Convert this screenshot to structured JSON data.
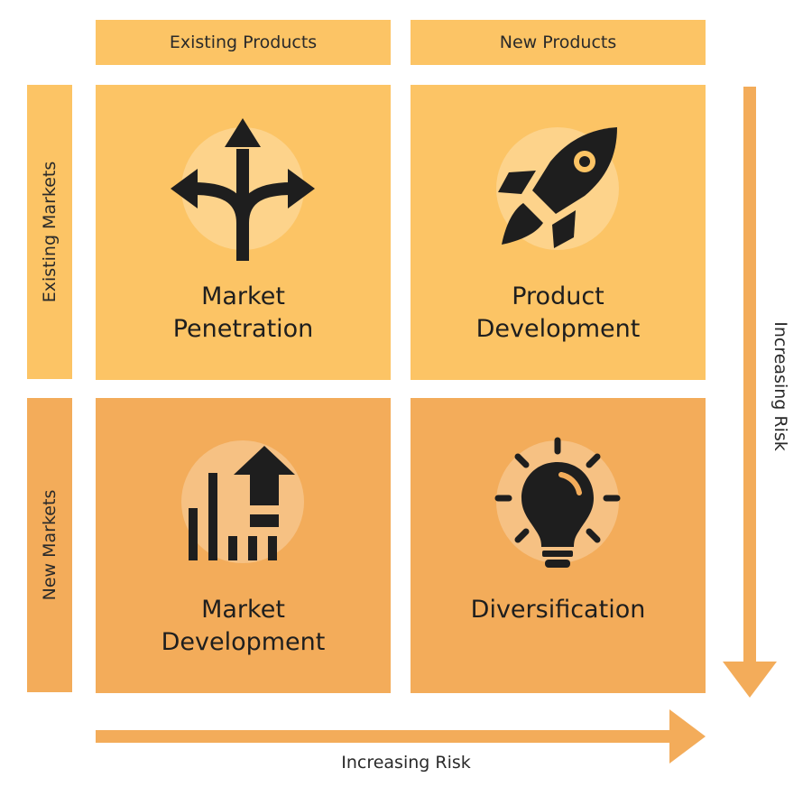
{
  "columns": {
    "existing": "Existing Products",
    "new": "New Products"
  },
  "rows": {
    "existing": "Existing Markets",
    "new": "New Markets"
  },
  "quadrants": {
    "market_penetration": {
      "line1": "Market",
      "line2": "Penetration",
      "icon": "split-arrows-icon"
    },
    "product_development": {
      "line1": "Product",
      "line2": "Development",
      "icon": "rocket-icon"
    },
    "market_development": {
      "line1": "Market",
      "line2": "Development",
      "icon": "growth-chart-icon"
    },
    "diversification": {
      "line1": "Diversification",
      "icon": "lightbulb-icon"
    }
  },
  "axes": {
    "horizontal": "Increasing Risk",
    "vertical": "Increasing Risk"
  },
  "colors": {
    "light": "#fcc465",
    "dark": "#f3ac5a",
    "icon": "#1e1e1e"
  }
}
